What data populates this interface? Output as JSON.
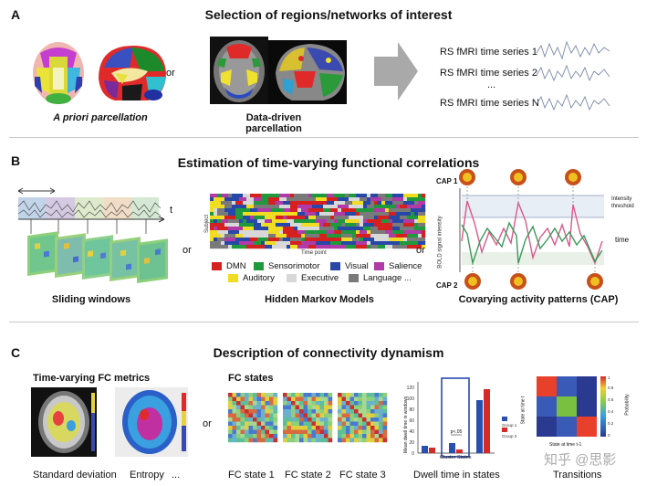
{
  "panel_a": {
    "letter": "A",
    "title": "Selection of regions/networks of interest",
    "or": "or",
    "apriori_label": "A priori parcellation",
    "datadriven_label": "Data-driven parcellation",
    "ts_labels": [
      "RS fMRI time series 1",
      "RS fMRI time series 2",
      "...",
      "RS fMRI time series N"
    ]
  },
  "panel_b": {
    "letter": "B",
    "title": "Estimation of time-varying functional correlations",
    "or1": "or",
    "or2": "or",
    "t_label": "t",
    "sliding_label": "Sliding windows",
    "hmm_label": "Hidden Markov Models",
    "hmm_ylabel": "Subject",
    "hmm_xlabel": "Time point",
    "hmm_legend": [
      {
        "label": "DMN",
        "color": "#d62020"
      },
      {
        "label": "Sensorimotor",
        "color": "#1e9a3c"
      },
      {
        "label": "Visual",
        "color": "#2848a8"
      },
      {
        "label": "Salience",
        "color": "#b03aa8"
      },
      {
        "label": "Auditory",
        "color": "#f0dc20"
      },
      {
        "label": "Executive",
        "color": "#d8d8d8"
      },
      {
        "label": "Language ...",
        "color": "#7a7a7a"
      }
    ],
    "cap_label": "Covarying activity patterns (CAP)",
    "cap1": "CAP 1",
    "cap2": "CAP 2",
    "cap_ylabel": "BOLD signal intensity",
    "intensity_threshold": "Intensity threshold",
    "time_label": "time"
  },
  "panel_c": {
    "letter": "C",
    "title": "Description of connectivity dynamism",
    "or": "or",
    "metrics_title": "Time-varying FC metrics",
    "std_label": "Standard deviation",
    "entropy_label": "Entropy",
    "ellipsis": "...",
    "fc_title": "FC states",
    "fc_states": [
      "FC state 1",
      "FC state 2",
      "FC state 3"
    ],
    "dwell_label": "Dwell time in states",
    "dwell_ylabel": "Mean dwell time in windows",
    "dwell_xlabel": "Cluster States",
    "dwell_yticks": [
      "0",
      "20",
      "40",
      "60",
      "80",
      "100",
      "120"
    ],
    "dwell_sig": "p<.05",
    "dwell_groups": [
      "Group 1",
      "Group 2"
    ],
    "transitions_label": "Transitions",
    "trans_ylabel": "State at time t",
    "trans_xlabel": "State at time t-1",
    "trans_cbar_label": "Probability",
    "trans_cbar_ticks": [
      "0",
      "0.2",
      "0.4",
      "0.6",
      "0.8",
      "1"
    ]
  },
  "colors": {
    "dmn": "#d62020",
    "sensorimotor": "#1e9a3c",
    "visual": "#2848a8",
    "salience": "#b03aa8",
    "auditory": "#f0dc20",
    "executive": "#d8d8d8",
    "language": "#7a7a7a",
    "group1": "#2850b0",
    "group2": "#d82828",
    "cap_pink": "#d85a8a",
    "cap_green": "#3a9a5a",
    "highlight": "#2a4ab0"
  },
  "watermark": "知乎 @思影"
}
